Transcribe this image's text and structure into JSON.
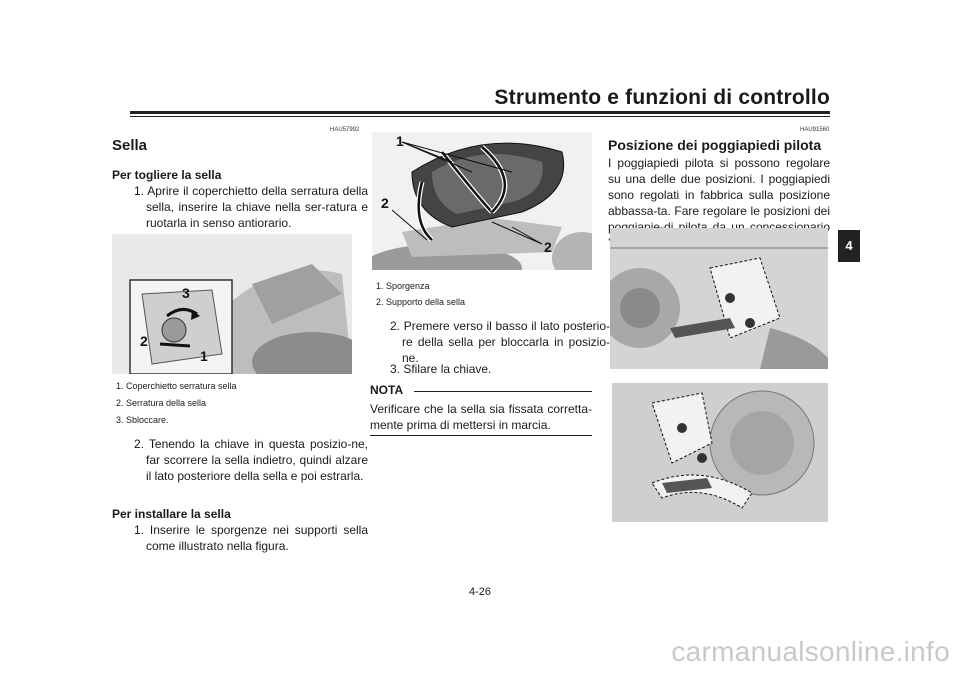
{
  "header": {
    "title": "Strumento e funzioni di controllo",
    "chapter": "4"
  },
  "col1": {
    "code": "HAU57992",
    "heading": "Sella",
    "remove_heading": "Per togliere la sella",
    "remove_step1": "1. Aprire il coperchietto della serratura della sella, inserire la chiave nella ser-ratura e ruotarla in senso antiorario.",
    "fig1_callouts": [
      "3",
      "2",
      "1"
    ],
    "fig1_captions": [
      "1. Coperchietto serratura sella",
      "2. Serratura della sella",
      "3. Sbloccare."
    ],
    "remove_step2": "2. Tenendo la chiave in questa posizio-ne, far scorrere la sella indietro, quindi alzare il lato posteriore della sella e poi estrarla.",
    "install_heading": "Per installare la sella",
    "install_step1": "1. Inserire le sporgenze nei supporti sella come illustrato nella figura."
  },
  "col2": {
    "fig2_callouts": [
      "1",
      "2",
      "2"
    ],
    "fig2_captions": [
      "1. Sporgenza",
      "2. Supporto della sella"
    ],
    "step2": "2. Premere verso il basso il lato posterio-re della sella per bloccarla in posizio-ne.",
    "step3": "3. Sfilare la chiave.",
    "nota_title": "NOTA",
    "nota_text": "Verificare che la sella sia fissata corretta-mente prima di mettersi in marcia."
  },
  "col3": {
    "code": "HAU91560",
    "heading": "Posizione dei poggiapiedi pilota",
    "body": "I poggiapiedi pilota si possono regolare su una delle due posizioni. I poggiapiedi sono regolati in fabbrica sulla posizione abbassa-ta. Fare regolare le posizioni dei poggiapie-di pilota da un concessionario Yamaha."
  },
  "footer": {
    "page": "4-26",
    "watermark": "carmanualsonline.info"
  }
}
